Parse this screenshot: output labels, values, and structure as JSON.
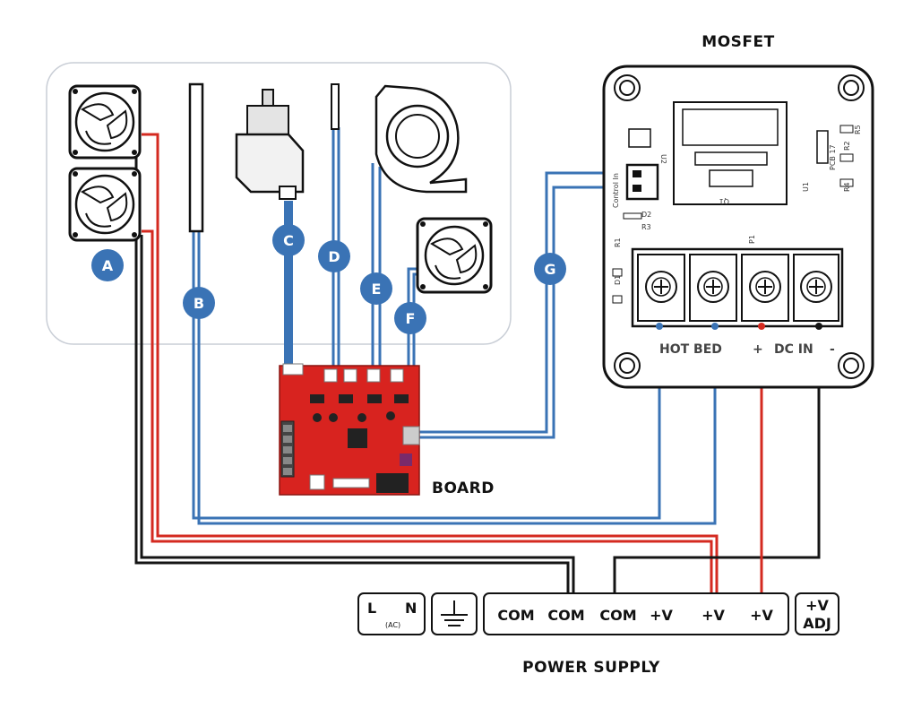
{
  "labels": {
    "mosfet": "MOSFET",
    "board": "BOARD",
    "power_supply": "POWER SUPPLY"
  },
  "badges": [
    "A",
    "B",
    "C",
    "D",
    "E",
    "F",
    "G"
  ],
  "mosfet_pcb": {
    "hot_bed": "HOT BED",
    "dc_in": "DC IN",
    "plus": "+",
    "minus": "-",
    "control_in": "Control In",
    "u2": "U2",
    "d2": "D2",
    "r3": "R3",
    "r1": "R1",
    "d1": "D1",
    "p1": "P1",
    "q1": "Q1",
    "u1": "U1",
    "r2": "R2",
    "r4": "R4",
    "r5": "R5",
    "pcb17": "PCB 17"
  },
  "power_supply": {
    "ac_l": "L",
    "ac_n": "N",
    "ac_sub": "(AC)",
    "terminals": [
      "COM",
      "COM",
      "COM",
      "+V",
      "+V",
      "+V"
    ],
    "adj_top": "+V",
    "adj_bottom": "ADJ"
  },
  "colors": {
    "blue_wire": "#3a73b5",
    "red_wire": "#d42a20",
    "black_wire": "#141414",
    "board_red": "#d8231f",
    "badge": "#3a73b5"
  }
}
